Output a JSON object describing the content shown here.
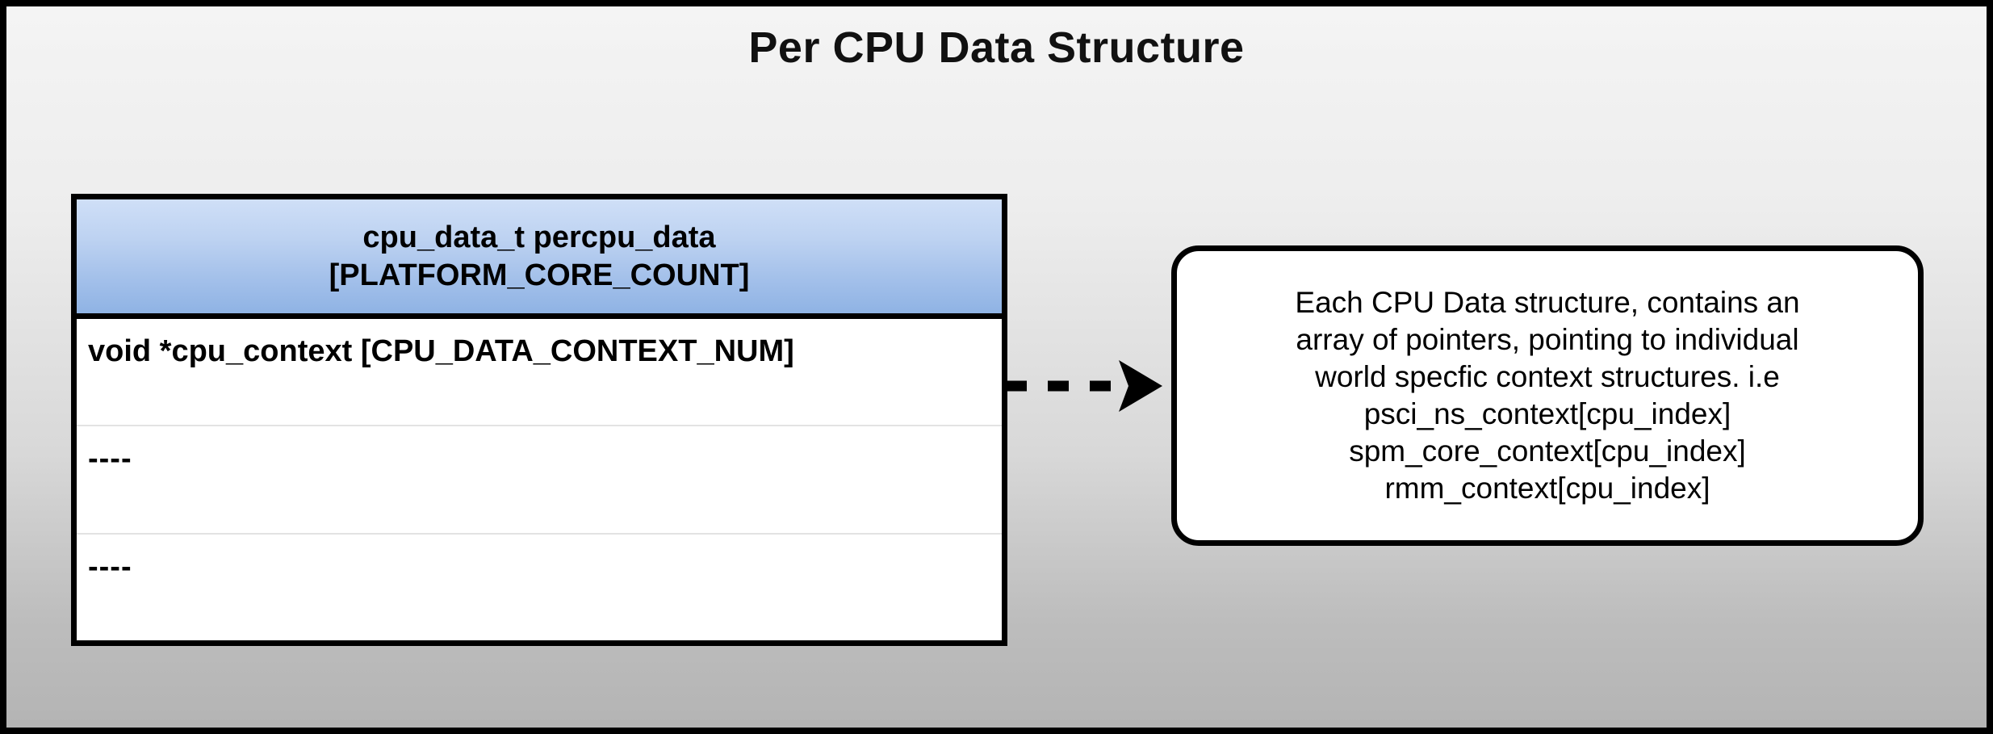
{
  "diagram": {
    "title": "Per CPU Data Structure",
    "background_top_color": "#f4f4f4",
    "background_bottom_color": "#b4b4b4",
    "border_color": "#000000"
  },
  "struct_table": {
    "header_gradient_top": "#cfdff7",
    "header_gradient_bottom": "#8fb3e4",
    "header_lines": [
      "cpu_data_t percpu_data",
      "[PLATFORM_CORE_COUNT]"
    ],
    "rows": [
      {
        "text": "void *cpu_context [CPU_DATA_CONTEXT_NUM]"
      },
      {
        "text": "----"
      },
      {
        "text": "----"
      }
    ]
  },
  "connector": {
    "style": "dashed-arrow",
    "direction": "right",
    "color": "#000000"
  },
  "callout": {
    "lines": [
      "Each CPU Data structure, contains an",
      "array of pointers, pointing to individual",
      "world specfic context structures. i.e",
      "psci_ns_context[cpu_index]",
      "spm_core_context[cpu_index]",
      "rmm_context[cpu_index]"
    ]
  }
}
